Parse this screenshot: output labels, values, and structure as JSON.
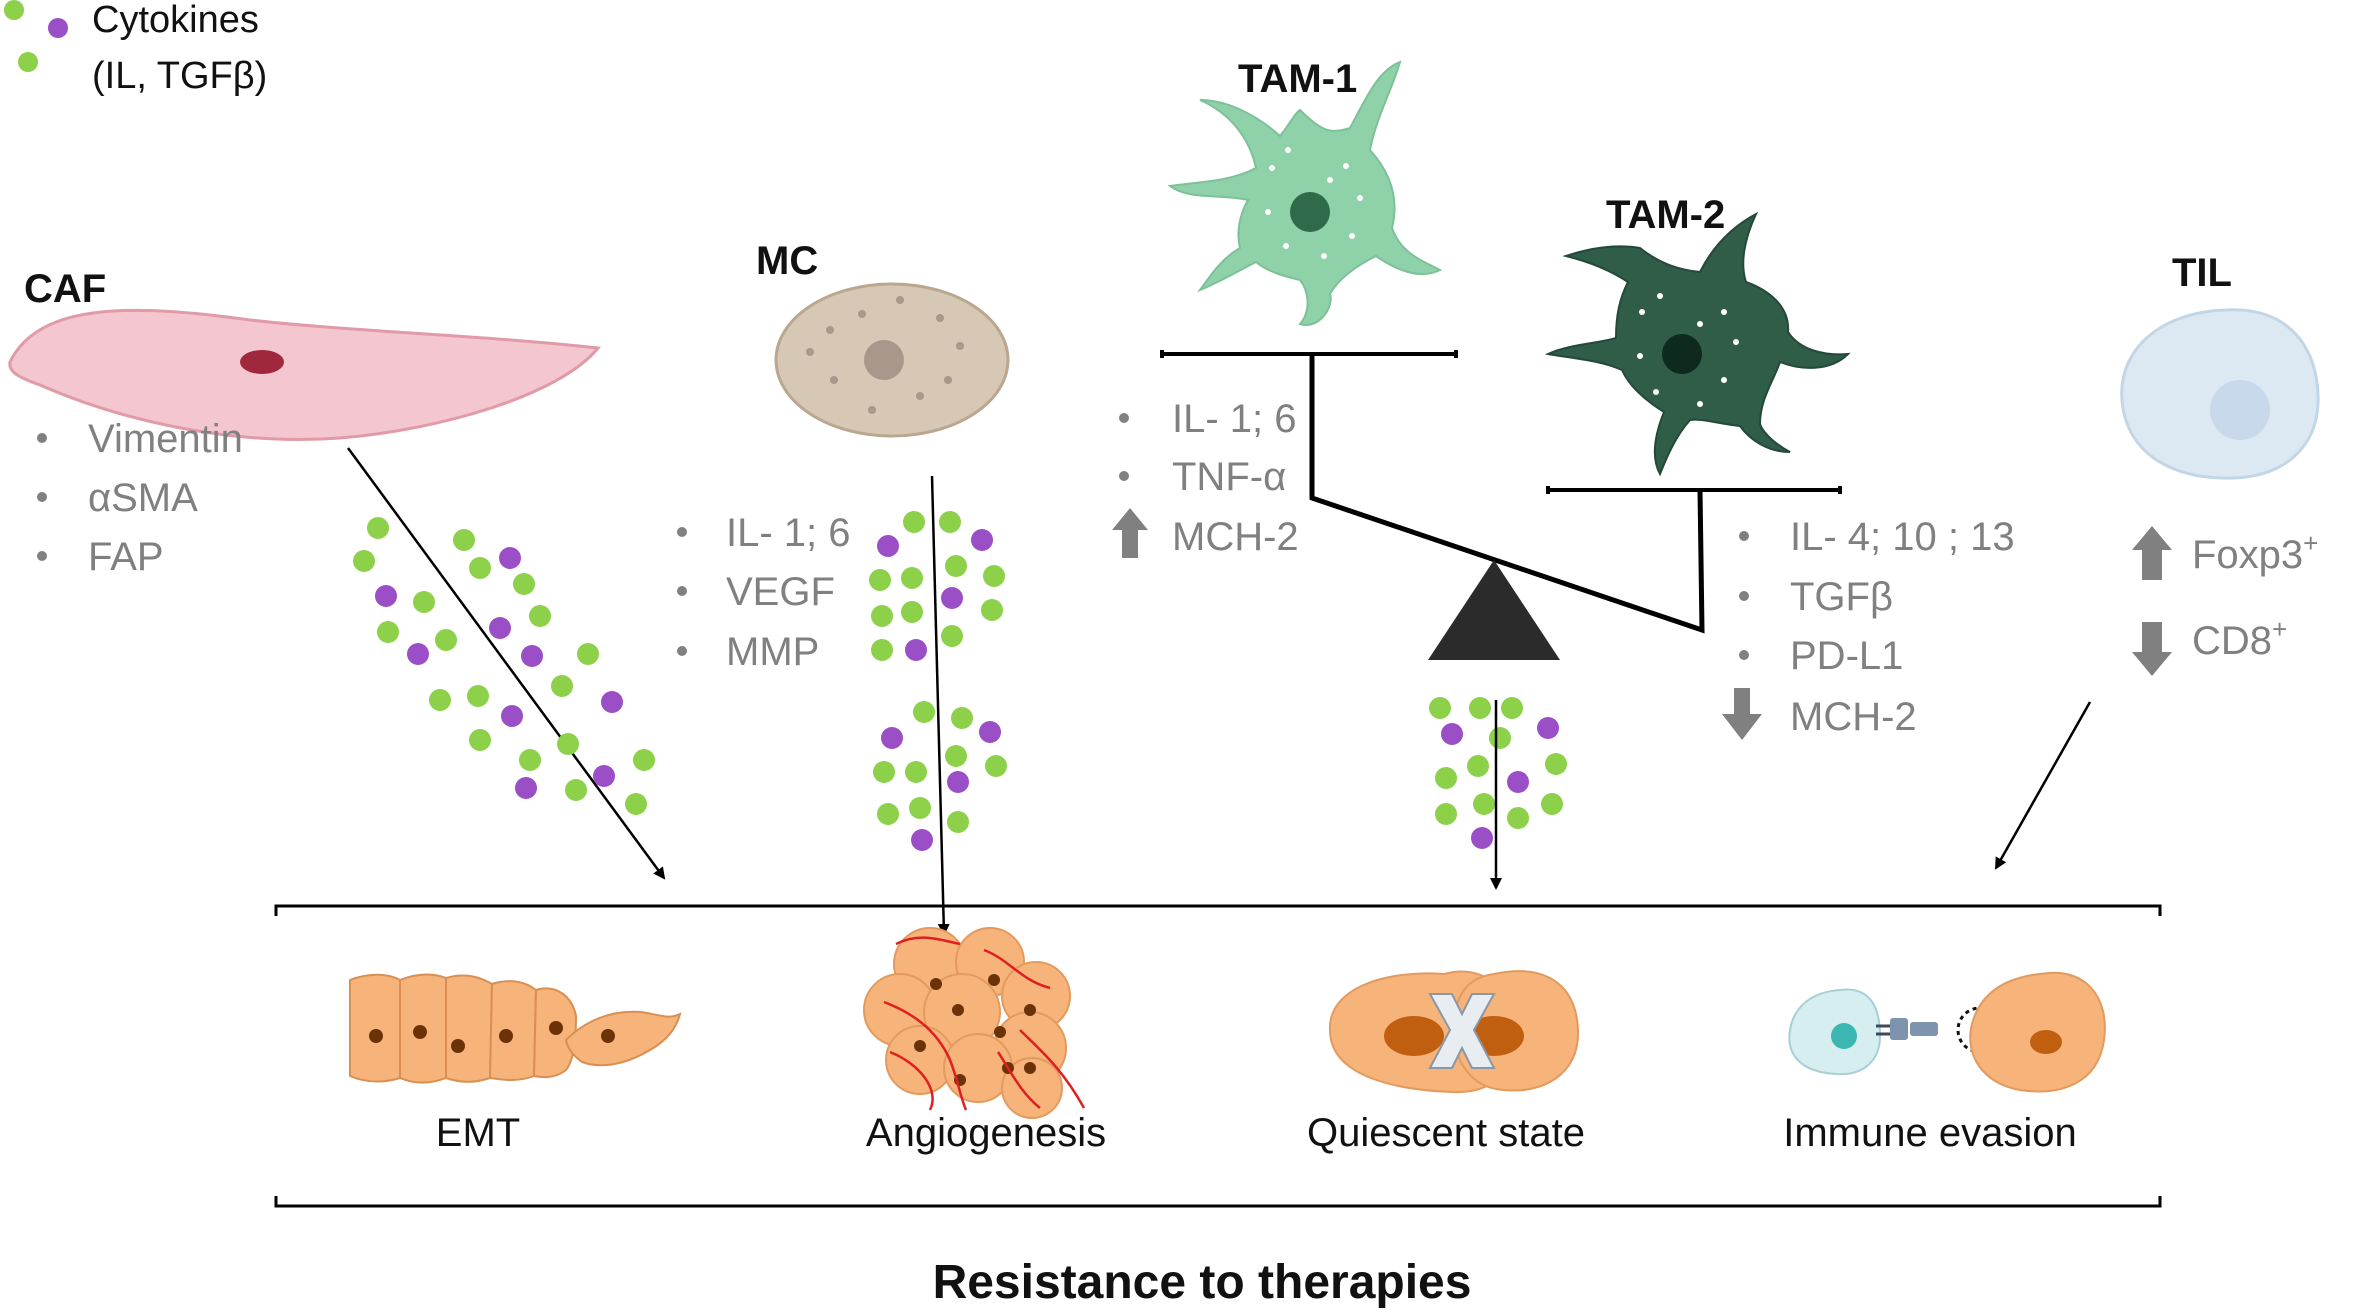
{
  "legend": {
    "label_line1": "Cytokines",
    "label_line2": "(IL, TGFβ)"
  },
  "cells": {
    "caf": {
      "label": "CAF",
      "markers": [
        "Vimentin",
        "αSMA",
        "FAP"
      ]
    },
    "mc": {
      "label": "MC",
      "markers": [
        "IL- 1; 6",
        "VEGF",
        "MMP"
      ]
    },
    "tam1": {
      "label": "TAM-1",
      "markers": [
        "IL- 1; 6",
        "TNF-α"
      ],
      "arrow_marker": "MCH-2"
    },
    "tam2": {
      "label": "TAM-2",
      "markers": [
        "IL- 4; 10 ; 13",
        "TGFβ",
        "PD-L1"
      ],
      "arrow_marker": "MCH-2"
    },
    "til": {
      "label": "TIL",
      "up_marker": "Foxp3",
      "up_sup": "+",
      "down_marker": "CD8",
      "down_sup": "+"
    }
  },
  "outcomes": {
    "emt": "EMT",
    "angiogenesis": "Angiogenesis",
    "quiescent": "Quiescent state",
    "immune": "Immune evasion"
  },
  "bottom_title": "Resistance to therapies",
  "colors": {
    "cytokine_green": "#8dd04a",
    "cytokine_purple": "#9b4fc7",
    "caf_fill": "#f4c6cf",
    "mc_fill": "#d6c8b4",
    "tam1_fill": "#8fd1a8",
    "tam2_fill": "#2f5d48",
    "til_fill": "#dce8f2",
    "tumor_fill": "#f6b37a",
    "nucleus": "#6b3208",
    "marker_text": "#808080"
  }
}
